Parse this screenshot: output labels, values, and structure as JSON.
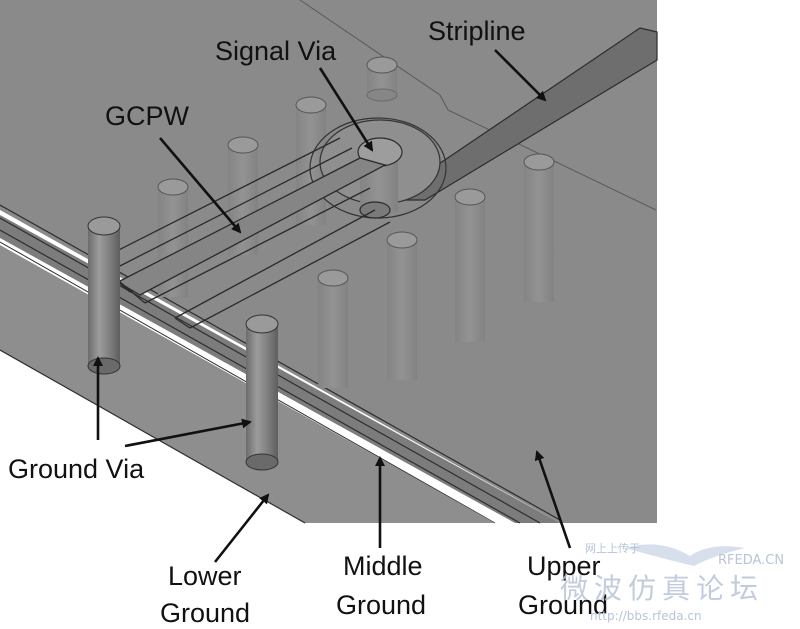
{
  "labels": {
    "stripline": "Stripline",
    "signal_via": "Signal Via",
    "gcpw": "GCPW",
    "ground_via": "Ground Via",
    "lower_ground_l1": "Lower",
    "lower_ground_l2": "Ground",
    "middle_ground_l1": "Middle",
    "middle_ground_l2": "Ground",
    "upper_ground_l1": "Upper",
    "upper_ground_l2": "Ground"
  },
  "watermark": {
    "brand": "RFEDA.CN",
    "chinese": "微波仿真论坛",
    "url": "http://bbs.rfeda.cn",
    "small": "网上上传于"
  },
  "colors": {
    "board": "#8a8a8a",
    "board_dark": "#777777",
    "via_top": "#9a9a9a",
    "line": "#2a2a2a",
    "text": "#111111"
  }
}
